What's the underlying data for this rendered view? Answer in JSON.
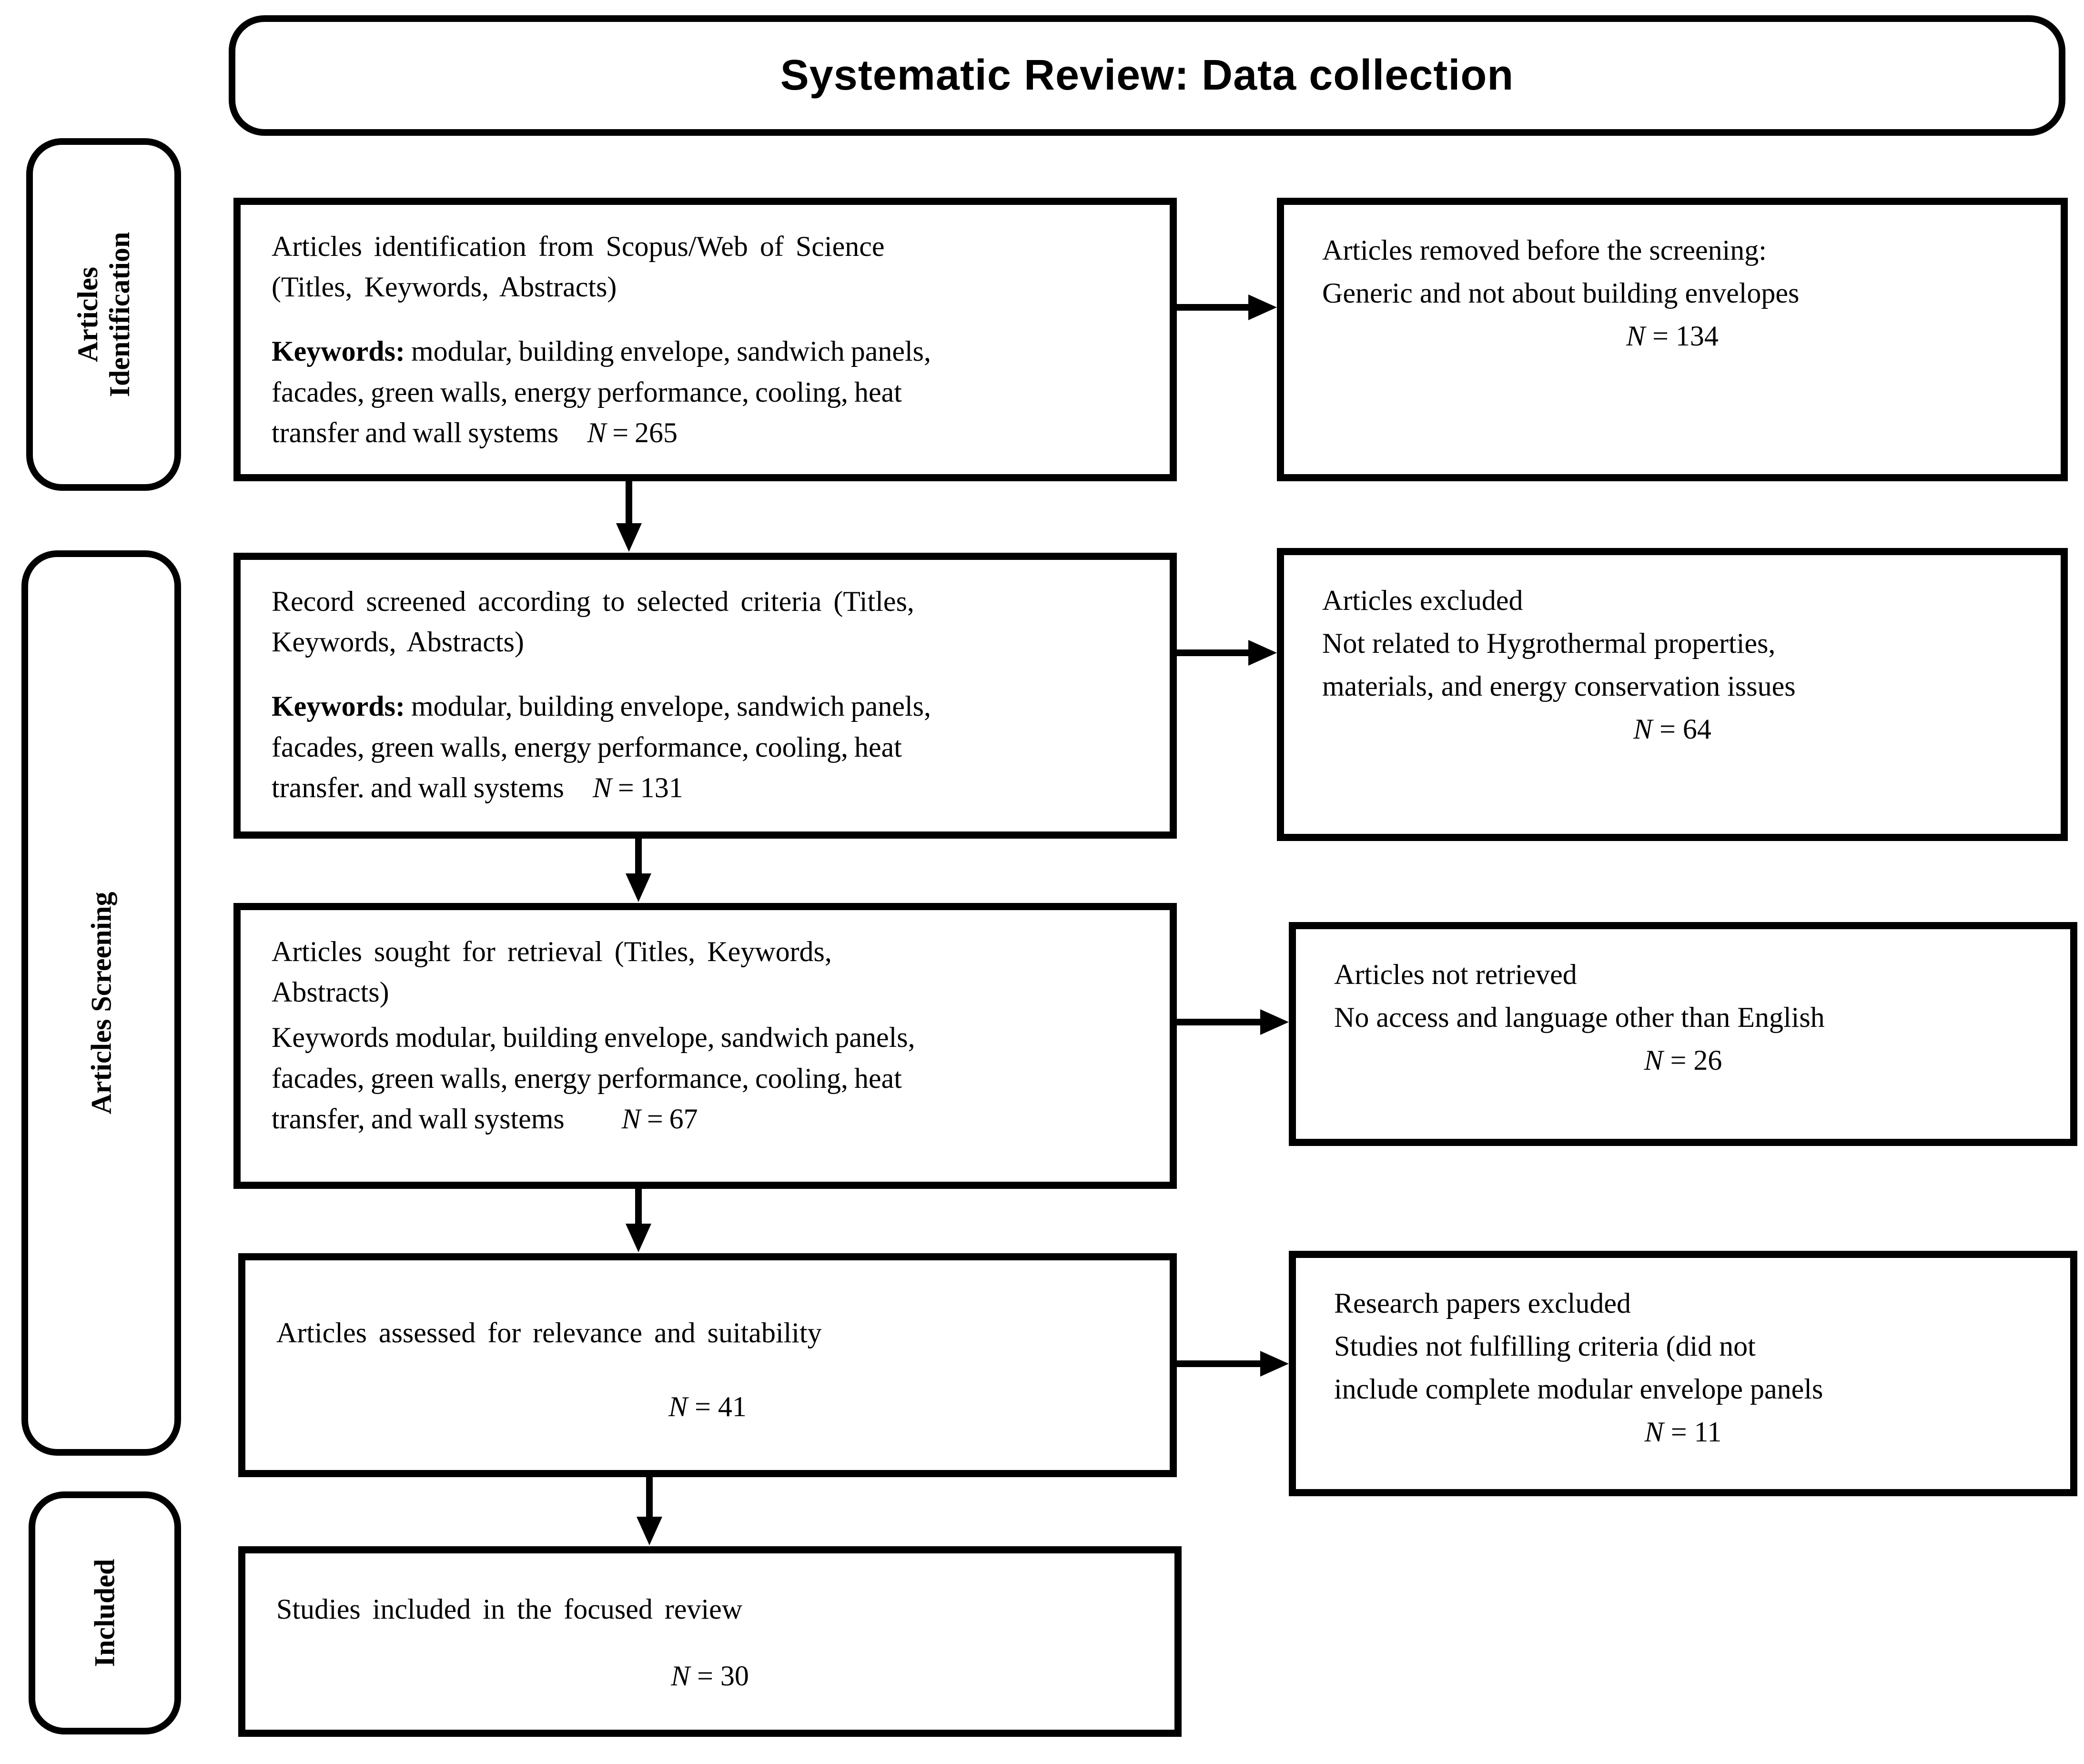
{
  "title": "Systematic Review: Data collection",
  "colors": {
    "ink": "#000000",
    "background": "#ffffff"
  },
  "side_labels": [
    {
      "lines": [
        "Articles",
        "Identification"
      ]
    },
    {
      "lines": [
        "Articles Screening"
      ]
    },
    {
      "lines": [
        "Included"
      ]
    }
  ],
  "flow": [
    {
      "lines": [
        "Articles identification from Scopus/Web of Science",
        "(Titles, Keywords, Abstracts)"
      ],
      "kw": {
        "label": "Keywords:",
        "rest1": " modular, building envelope, sandwich panels,",
        "line2": "facades, green walls, energy performance, cooling, heat",
        "line3": "transfer and wall systems"
      },
      "n_sym": "N",
      "n_eq": "= 265"
    },
    {
      "lines": [
        "Record screened according to selected criteria (Titles,",
        "Keywords, Abstracts)"
      ],
      "kw": {
        "label": "Keywords:",
        "rest1": " modular, building envelope, sandwich panels,",
        "line2": "facades, green walls, energy performance, cooling, heat",
        "line3": "transfer. and wall systems"
      },
      "n_sym": "N",
      "n_eq": "= 131"
    },
    {
      "lines": [
        "Articles sought for retrieval (Titles, Keywords,",
        "Abstracts)"
      ],
      "kw": {
        "label": "Keywords",
        "rest1": " modular, building envelope, sandwich panels,",
        "line2": "facades, green walls, energy performance, cooling, heat",
        "line3": "transfer, and wall systems"
      },
      "n_sym": "N",
      "n_eq": "= 67"
    },
    {
      "lines": [
        "Articles assessed for relevance and suitability"
      ],
      "n_sym": "N",
      "n_eq": "= 41"
    },
    {
      "lines": [
        "Studies included in the focused review"
      ],
      "n_sym": "N",
      "n_eq": "= 30"
    }
  ],
  "exclusions": [
    {
      "lines": [
        "Articles removed before the screening:",
        "Generic and not about building envelopes"
      ],
      "n_sym": "N",
      "n_eq": "= 134"
    },
    {
      "lines": [
        "Articles excluded",
        "Not related to Hygrothermal properties,",
        "materials, and energy conservation issues"
      ],
      "n_sym": "N",
      "n_eq": "= 64"
    },
    {
      "lines": [
        "Articles not retrieved",
        "No access and language other than English"
      ],
      "n_sym": "N",
      "n_eq": "= 26"
    },
    {
      "lines": [
        "Research papers excluded",
        "Studies not fulfilling criteria (did not",
        "include complete modular envelope panels"
      ],
      "n_sym": "N",
      "n_eq": "= 11"
    }
  ]
}
